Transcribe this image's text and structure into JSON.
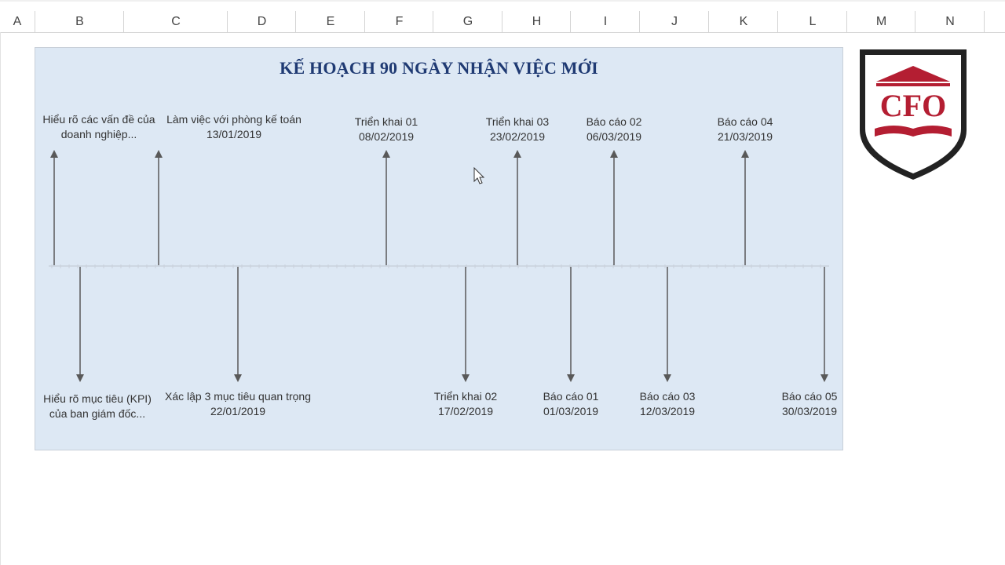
{
  "columns": [
    "A",
    "B",
    "C",
    "D",
    "E",
    "F",
    "G",
    "H",
    "I",
    "J",
    "K",
    "L",
    "M",
    "N"
  ],
  "title": "KẾ HOẠCH 90 NGÀY NHẬN VIỆC MỚI",
  "logo_text": "CFO",
  "colors": {
    "panel_bg": "#dde8f4",
    "title": "#1f3a73",
    "arrow": "#595959",
    "logo_red": "#b41e32",
    "logo_shield": "#222222"
  },
  "events_above": [
    {
      "line1": "Hiểu rõ các vấn đề của",
      "line2": "doanh nghiệp..."
    },
    {
      "line1": "Làm việc với phòng kế toán",
      "line2": "13/01/2019"
    },
    {
      "line1": "Triển khai 01",
      "line2": "08/02/2019"
    },
    {
      "line1": "Triển khai 03",
      "line2": "23/02/2019"
    },
    {
      "line1": "Báo cáo 02",
      "line2": "06/03/2019"
    },
    {
      "line1": "Báo cáo 04",
      "line2": "21/03/2019"
    }
  ],
  "events_below": [
    {
      "line1": "Hiểu rõ mục tiêu (KPI)",
      "line2": "của ban giám đốc..."
    },
    {
      "line1": "Xác lập 3 mục tiêu quan trọng",
      "line2": "22/01/2019"
    },
    {
      "line1": "Triển khai 02",
      "line2": "17/02/2019"
    },
    {
      "line1": "Báo cáo 01",
      "line2": "01/03/2019"
    },
    {
      "line1": "Báo cáo 03",
      "line2": "12/03/2019"
    },
    {
      "line1": "Báo cáo 05",
      "line2": "30/03/2019"
    }
  ]
}
